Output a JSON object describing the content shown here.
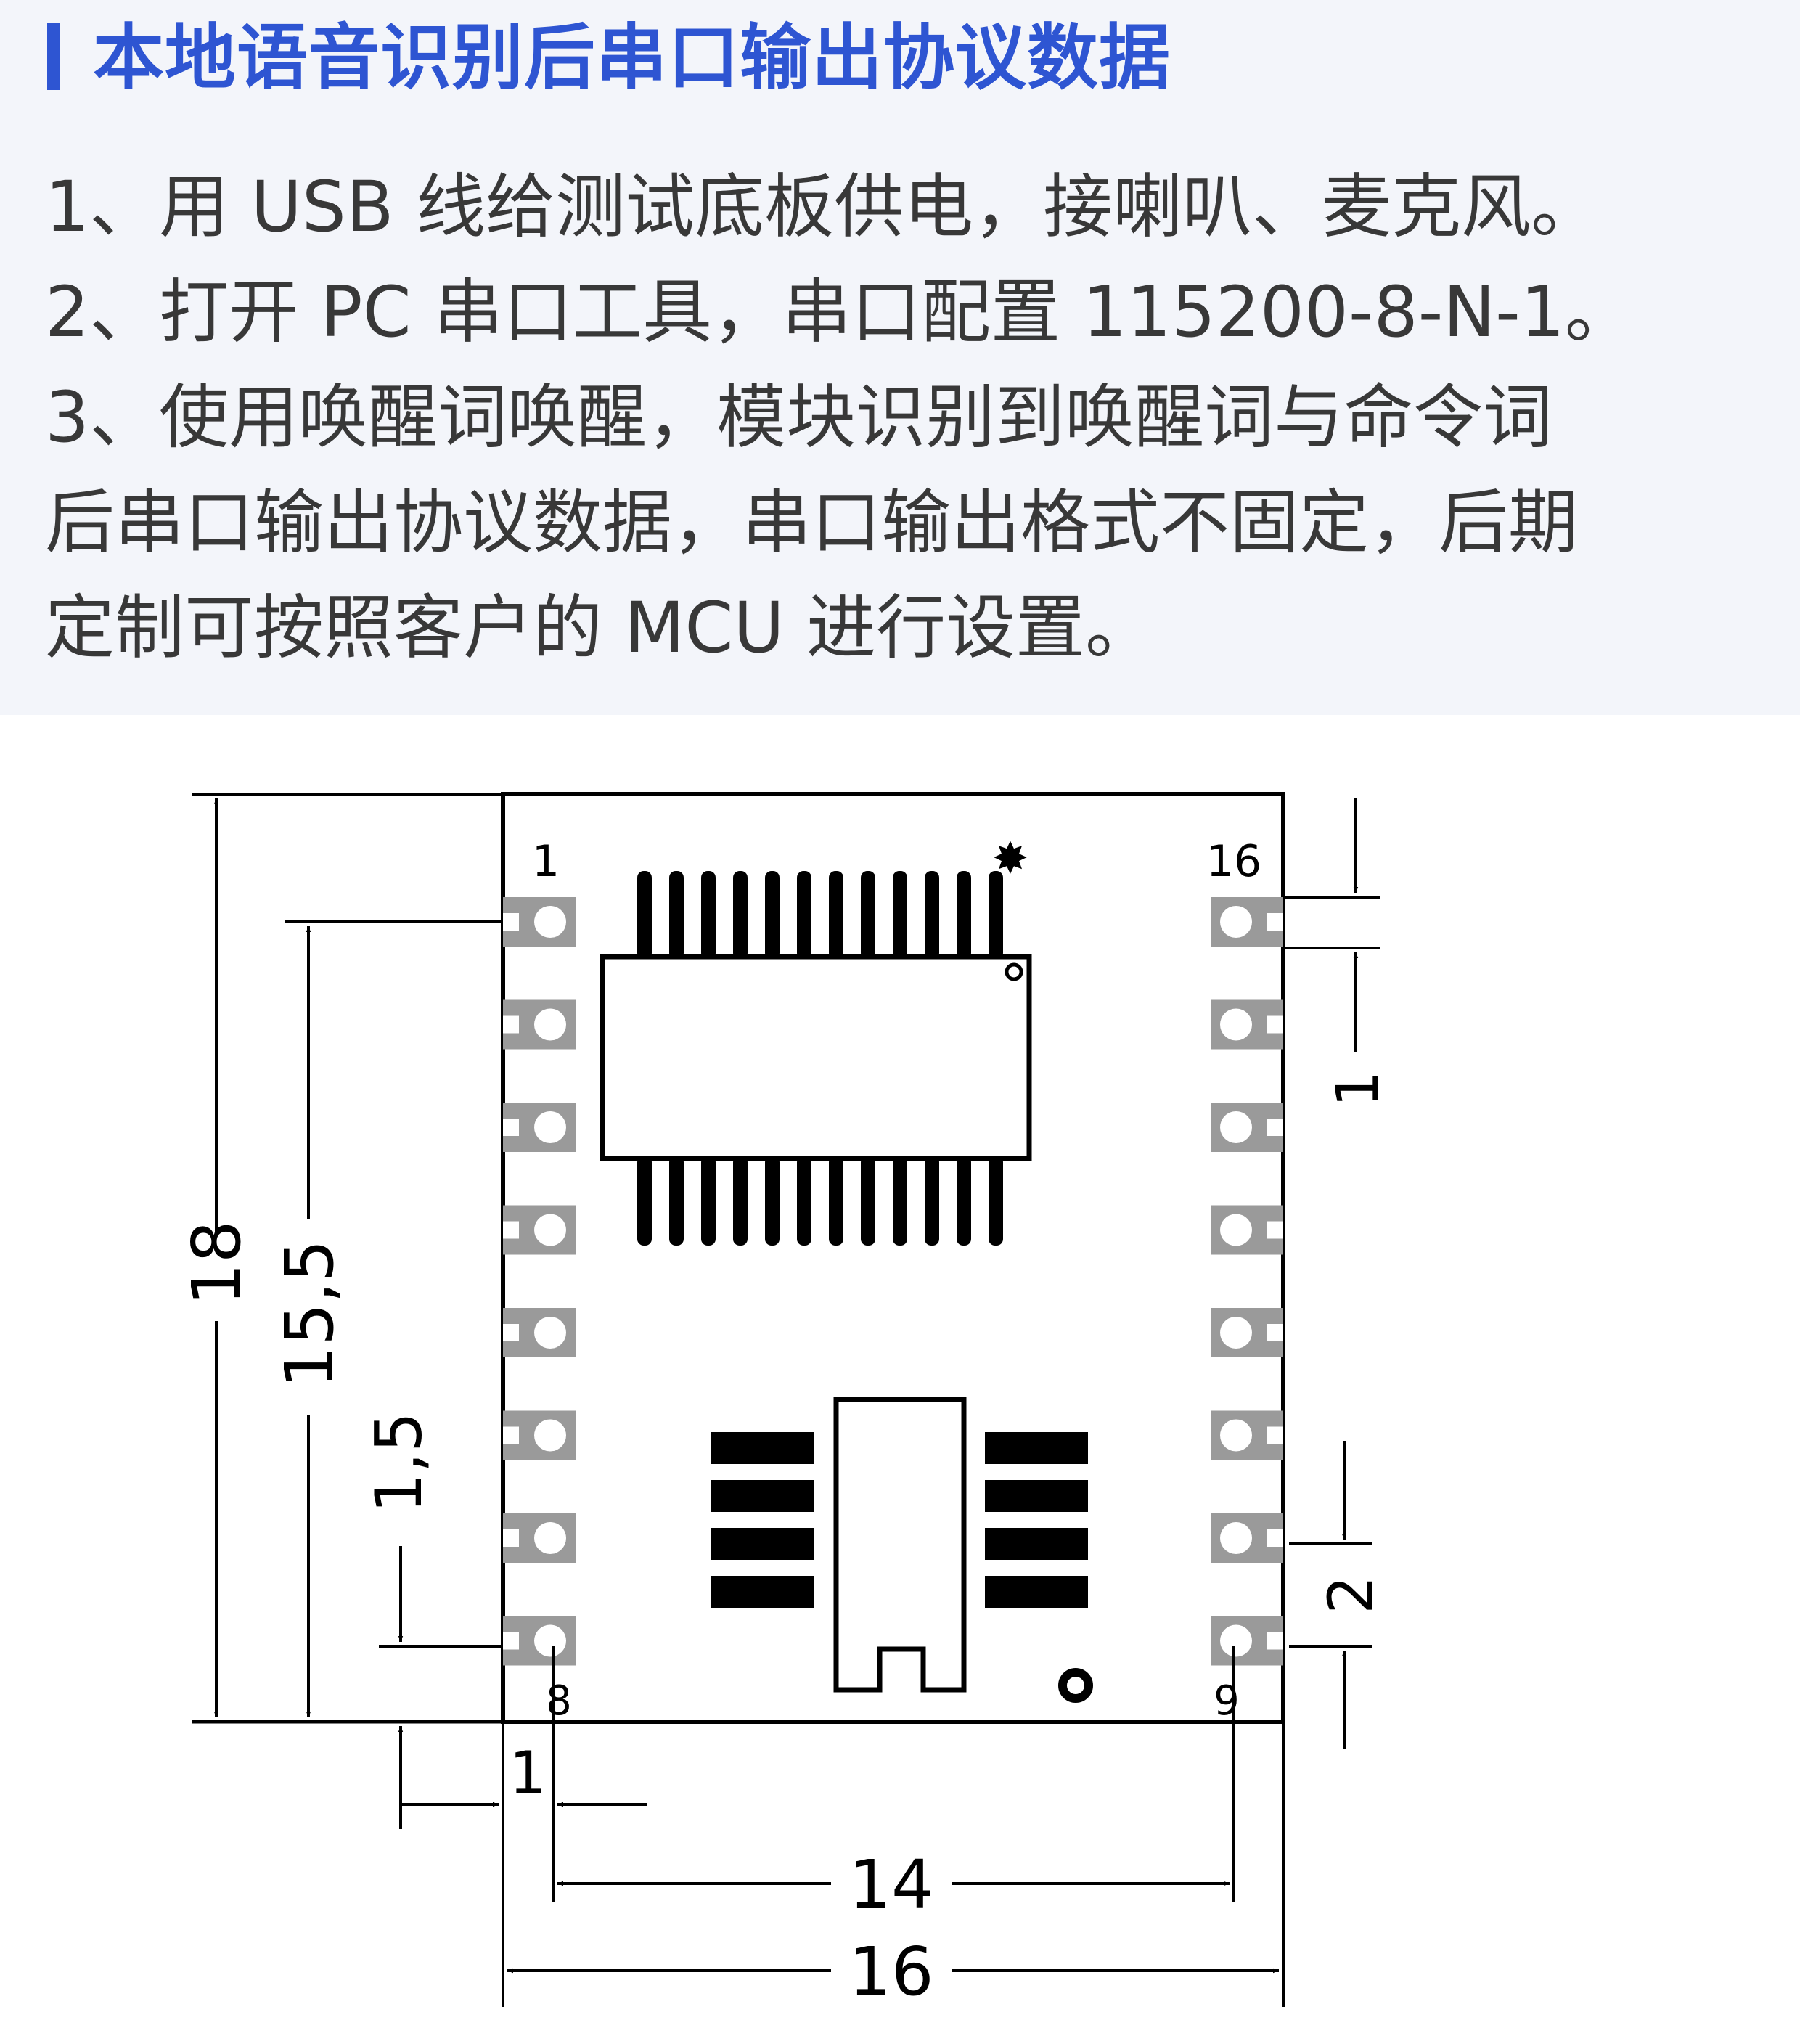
{
  "header": {
    "title": "本地语音识别后串口输出协议数据",
    "accent_color": "#2e55d2"
  },
  "body": {
    "lines": [
      "1、用 USB 线给测试底板供电，接喇叭、麦克风。",
      "2、打开 PC 串口工具，串口配置 115200-8-N-1。",
      "3、使用唤醒词唤醒，模块识别到唤醒词与命令词",
      "后串口输出协议数据，串口输出格式不固定，后期",
      "定制可按照客户的 MCU 进行设置。"
    ]
  },
  "diagram": {
    "pin_labels": {
      "first": "1",
      "last": "16",
      "left_bottom": "8",
      "right_bottom": "9"
    },
    "dimensions": {
      "height_total": "18",
      "pin_span_vertical": "15,5",
      "first_pin_offset": "1,5",
      "pad_width": "1",
      "pin_pitch_right": "1",
      "bottom_pin_offset": "2",
      "pin_span_horizontal": "14",
      "width_total": "16"
    }
  }
}
